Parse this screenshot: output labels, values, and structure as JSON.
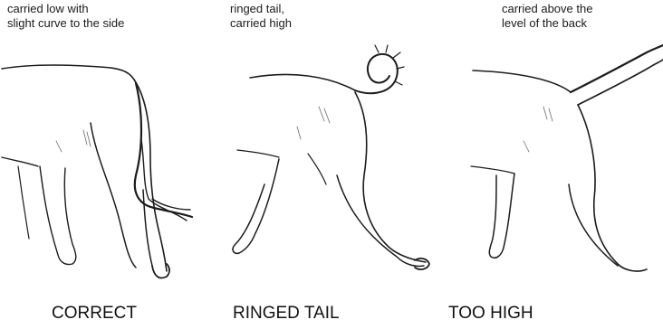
{
  "panels": [
    {
      "description": "carried low with\nslight curve to the side",
      "label": "CORRECT"
    },
    {
      "description": "ringed tail,\ncarried high",
      "label": "RINGED TAIL"
    },
    {
      "description": "carried above the\nlevel of the back",
      "label": "TOO HIGH"
    }
  ]
}
